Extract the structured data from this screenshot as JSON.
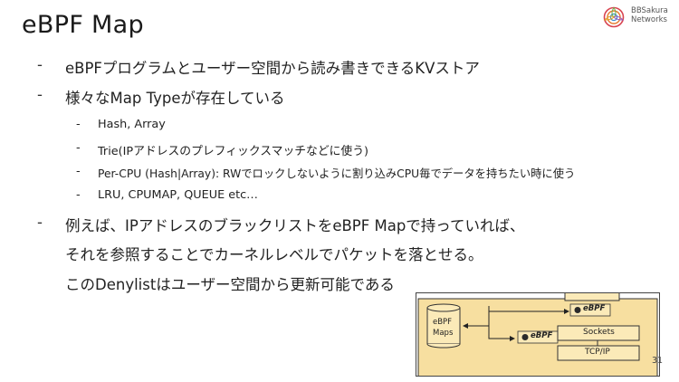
{
  "slide": {
    "title": "eBPF Map",
    "logo": {
      "line1": "BBSakura",
      "line2": "Networks"
    },
    "bullets": [
      {
        "marker": "-",
        "text": "eBPFプログラムとユーザー空間から読み書きできるKVストア"
      },
      {
        "marker": "-",
        "text": "様々なMap Typeが存在している"
      },
      {
        "marker": "-",
        "text": "例えば、IPアドレスのブラックリストをeBPF Mapで持っていれば、"
      }
    ],
    "continuation": [
      "それを参照することでカーネルレベルでパケットを落とせる。",
      "このDenylistはユーザー空間から更新可能である"
    ],
    "sub_bullets": [
      {
        "marker": "-",
        "text": "Hash, Array"
      },
      {
        "marker": "-",
        "text": "Trie(IPアドレスのプレフィックスマッチなどに使う)"
      },
      {
        "marker": "-",
        "text": "Per-CPU (Hash|Array): RWでロックしないように割り込みCPU毎でデータを持ちたい時に使う"
      },
      {
        "marker": "-",
        "text": "LRU, CPUMAP, QUEUE etc…"
      }
    ],
    "diagram": {
      "maps_label_1": "eBPF",
      "maps_label_2": "Maps",
      "ebpf_badge": "eBPF",
      "sockets": "Sockets",
      "tcpip": "TCP/IP"
    },
    "page_number": "31",
    "colors": {
      "kernel_fill": "#f7dfa0",
      "box_fill": "#fbeab8",
      "border": "#333333"
    }
  }
}
